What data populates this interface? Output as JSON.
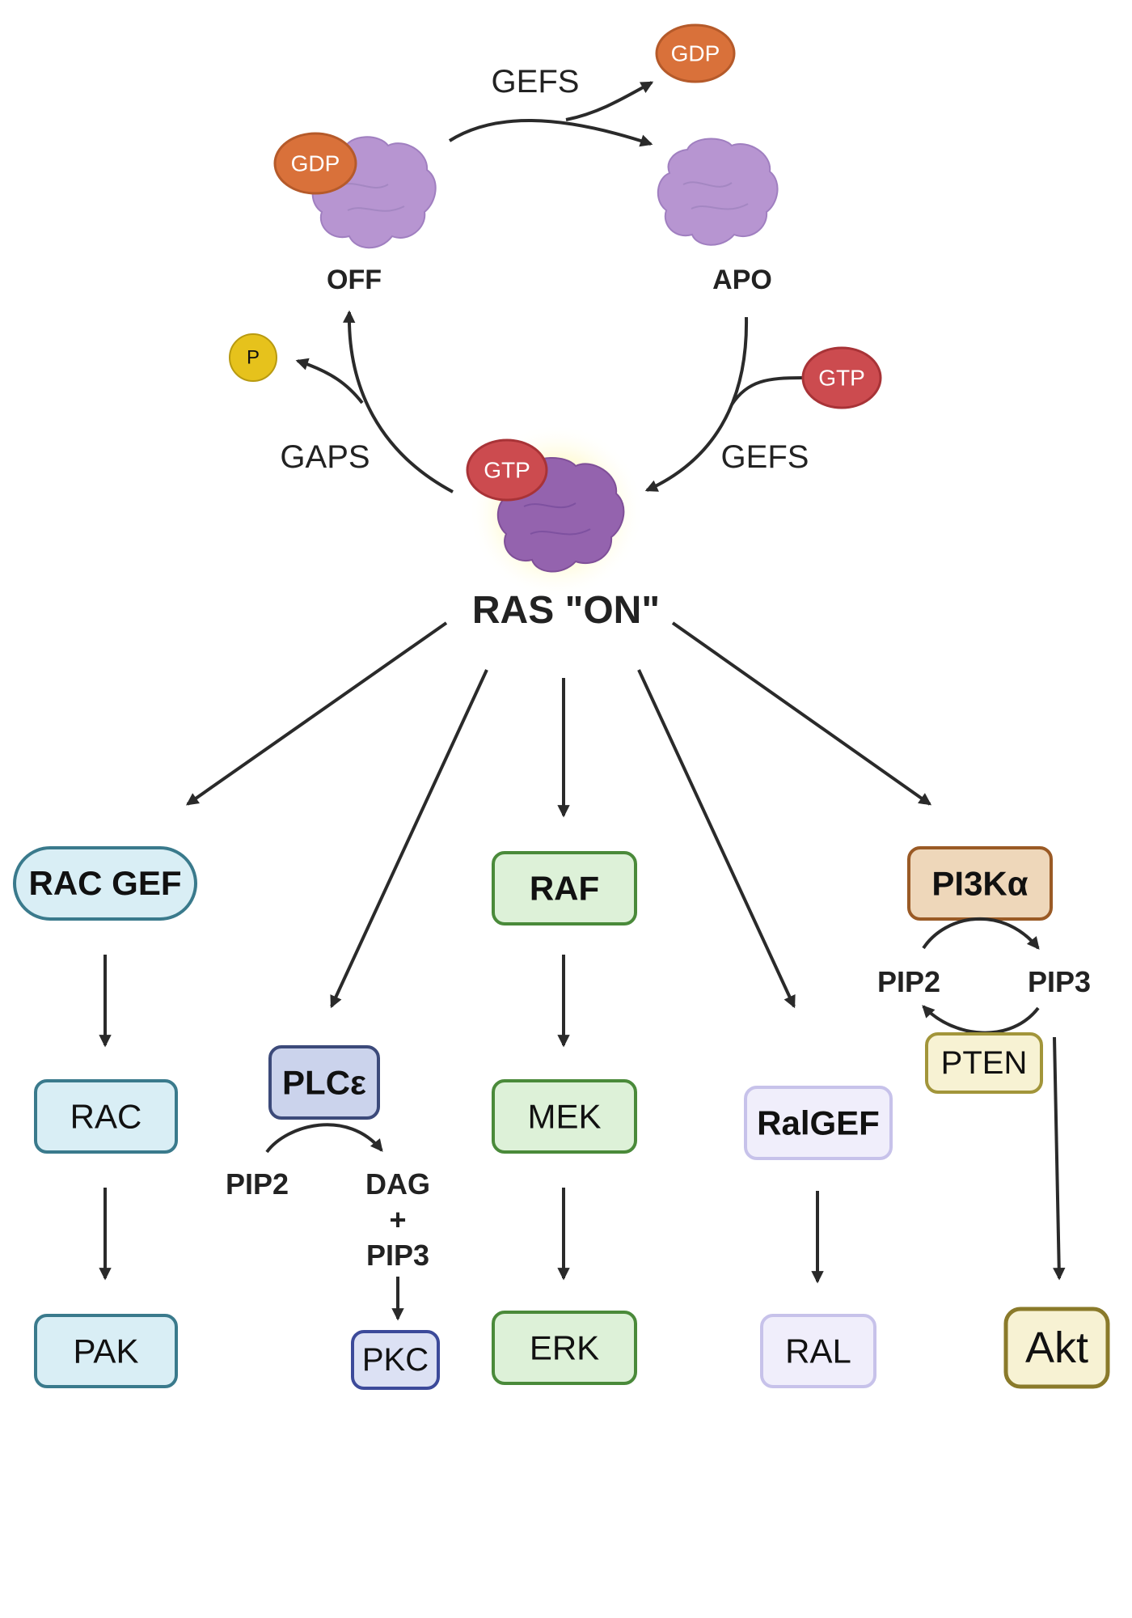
{
  "colors": {
    "gdp": "#D9713A",
    "gtp": "#CC4B4F",
    "phosphate": "#E6C21C",
    "protein_inactive": "#B795D1",
    "protein_active": "#9463AE",
    "rac_fill": "#D9EEF5",
    "rac_stroke": "#3A7A8C",
    "plc_fill": "#CBD3EC",
    "plc_stroke": "#3C4A7A",
    "raf_fill": "#DDF1D8",
    "raf_stroke": "#4A8A3A",
    "ral_fill": "#F0EEFB",
    "ral_stroke": "#C7C2EA",
    "pi3k_fill": "#EED7BA",
    "pi3k_stroke": "#9A5A25",
    "akt_fill": "#F7F2D3",
    "akt_stroke": "#8A7A2A"
  },
  "cycle": {
    "gefs_top": "GEFS",
    "gdp_released": "GDP",
    "gdp_bound": "GDP",
    "off_label": "OFF",
    "apo_label": "APO",
    "phosphate": "P",
    "gtp_incoming": "GTP",
    "gaps": "GAPS",
    "gefs_right": "GEFS",
    "gtp_bound": "GTP",
    "ras_on": "RAS \"ON\""
  },
  "pathways": {
    "rac": {
      "top": "RAC GEF",
      "mid": "RAC",
      "bottom": "PAK"
    },
    "plc": {
      "top": "PLCε",
      "substrate": "PIP2",
      "products": [
        "DAG",
        "+",
        "PIP3"
      ],
      "bottom": "PKC"
    },
    "raf": {
      "top": "RAF",
      "mid": "MEK",
      "bottom": "ERK"
    },
    "ral": {
      "top": "RalGEF",
      "bottom": "RAL"
    },
    "pi3k": {
      "top": "PI3Kα",
      "substrate": "PIP2",
      "product": "PIP3",
      "phosphatase": "PTEN",
      "bottom": "Akt"
    }
  }
}
